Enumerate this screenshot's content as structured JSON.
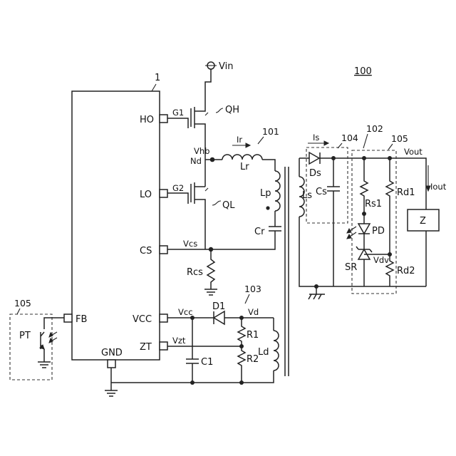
{
  "figure_number": "100",
  "controller": {
    "ref": "1",
    "pins": {
      "ho": "HO",
      "lo": "LO",
      "cs": "CS",
      "fb": "FB",
      "vcc": "VCC",
      "zt": "ZT",
      "gnd": "GND"
    }
  },
  "input": {
    "vin": "Vin"
  },
  "signals": {
    "g1": "G1",
    "g2": "G2",
    "vhb": "Vhb",
    "nd": "Nd",
    "vcs": "Vcs",
    "vcc": "Vcc",
    "vzt": "Vzt",
    "vd": "Vd",
    "ir": "Ir",
    "is": "Is",
    "vout": "Vout",
    "iout": "Iout",
    "vdv": "Vdv"
  },
  "components": {
    "qh": "QH",
    "ql": "QL",
    "lr": "Lr",
    "lp": "Lp",
    "cr": "Cr",
    "rcs": "Rcs",
    "d1": "D1",
    "r1": "R1",
    "r2": "R2",
    "ld": "Ld",
    "c1": "C1",
    "ls": "Ls",
    "ds": "Ds",
    "cs": "Cs",
    "rs1": "Rs1",
    "rd1": "Rd1",
    "rd2": "Rd2",
    "pd": "PD",
    "sr": "SR",
    "pt": "PT",
    "z": "Z"
  },
  "blocks": {
    "resonant_tank": "101",
    "feedback_secondary": "102",
    "aux_winding": "103",
    "rectifier": "104",
    "optocoupler_secondary": "105",
    "optocoupler_primary": "105"
  }
}
